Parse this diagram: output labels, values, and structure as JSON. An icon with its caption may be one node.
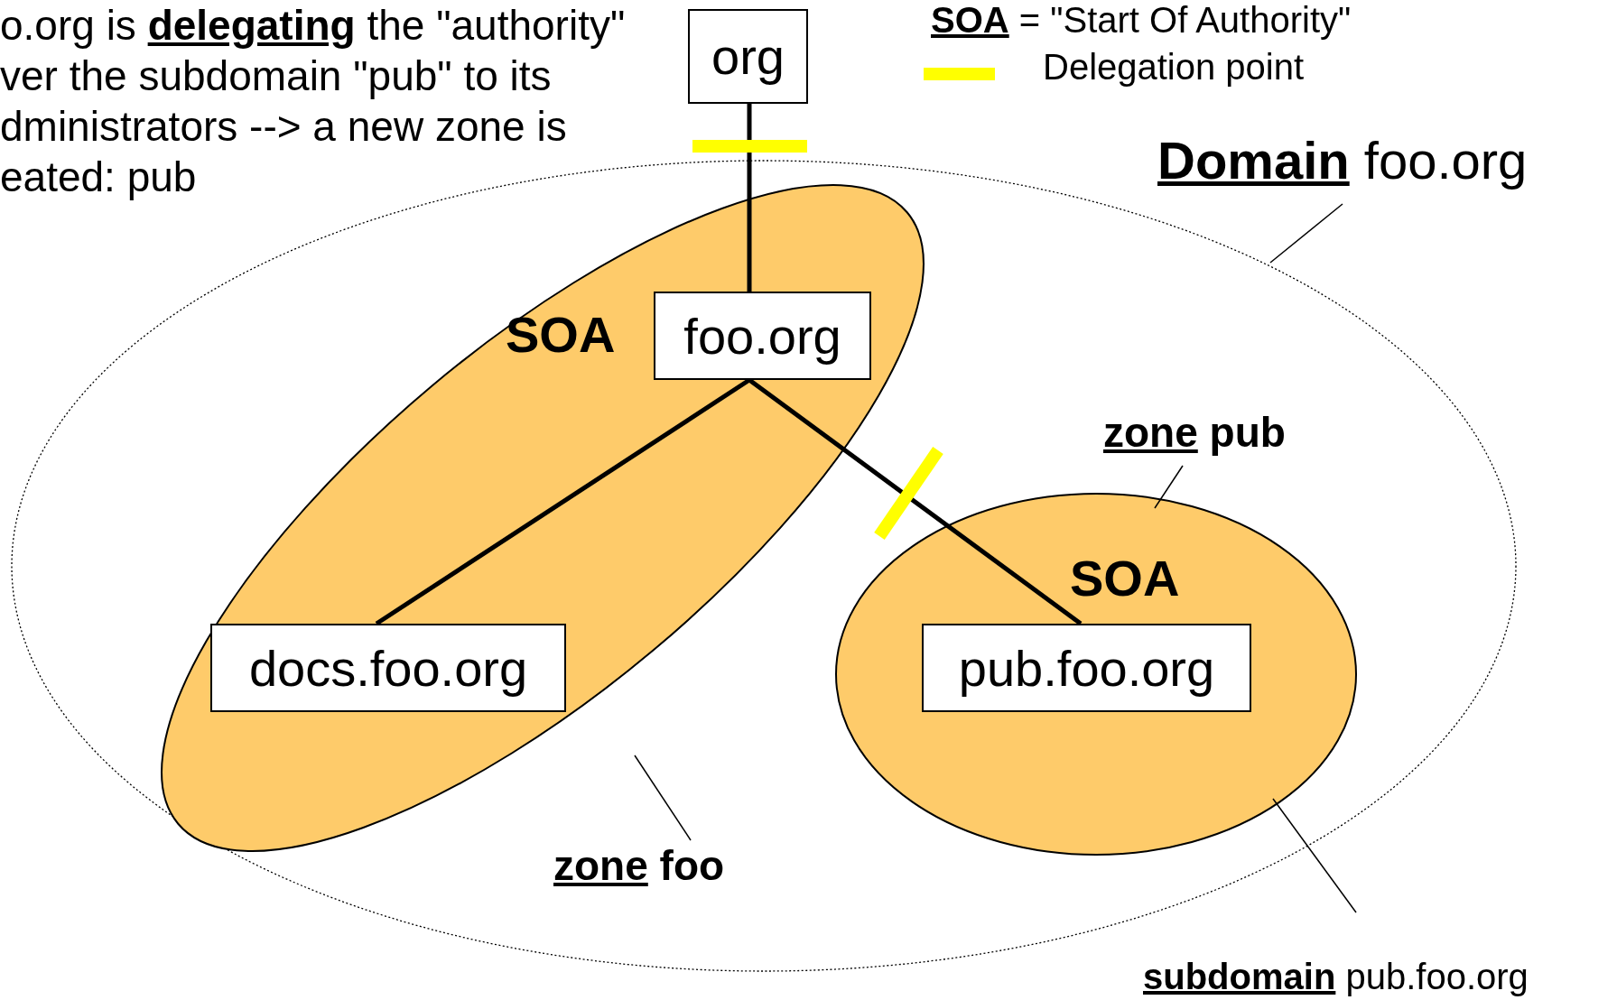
{
  "diagram": {
    "nodes": [
      {
        "text": [
          "org"
        ]
      },
      {
        "text": [],
        "shape": "ellipse"
      },
      {
        "text": [],
        "shape": "ellipse",
        "in": 1
      },
      {
        "text": [
          "foo.org"
        ],
        "in": 2,
        "beside": [
          "SOA"
        ]
      },
      {
        "text": [
          "docs.foo.org"
        ],
        "in": 2
      },
      {
        "text": [],
        "shape": "ellipse",
        "in": 1
      },
      {
        "text": [
          "pub.foo.org"
        ],
        "in": 5,
        "beside": [
          "SOA"
        ]
      },
      {
        "text": [
          "**Domain** foo.org"
        ]
      },
      {
        "text": [
          "**zone** pub"
        ],
        "in": 1
      },
      {
        "text": [
          "**zone** foo"
        ],
        "in": 1
      },
      {
        "text": [
          "**subdomain** pub.foo.org"
        ]
      }
    ],
    "edges": [
      {
        "from": 0,
        "to": 3,
        "arrow": "none",
        "style": "thick"
      },
      {
        "from": 3,
        "to": 4,
        "arrow": "none",
        "style": "thick"
      },
      {
        "from": 3,
        "to": 6,
        "arrow": "none",
        "style": "thick"
      },
      {
        "from": 7,
        "to": 1,
        "arrow": "none"
      },
      {
        "from": 8,
        "to": 5,
        "arrow": "none"
      },
      {
        "from": 9,
        "to": 2,
        "arrow": "none"
      },
      {
        "from": 10,
        "to": 5,
        "arrow": "none"
      }
    ],
    "labels": [
      "o.org is **delegating** the \"authority\" ver the subdomain \"pub\" to its dministrators --> a new zone is eated: pub",
      "**SOA** = \"Start Of Authority\""
    ],
    "legend": [
      {
        "text": "Delegation point",
        "color": "#ffff00"
      }
    ]
  }
}
